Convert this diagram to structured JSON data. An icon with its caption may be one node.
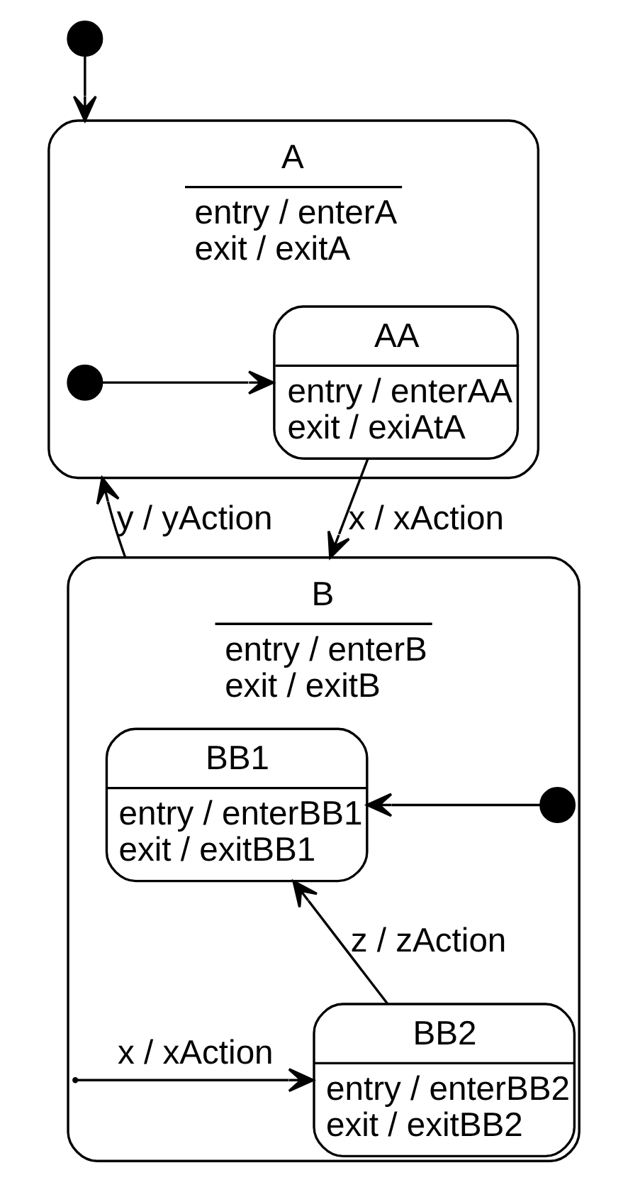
{
  "diagram": {
    "nodes": [
      {
        "text": [
          "A",
          "entry / enterA",
          "exit / exitA"
        ]
      },
      {
        "text": [],
        "shape": "circle"
      },
      {
        "text": [],
        "shape": "circle",
        "in": 0
      },
      {
        "text": [
          "AA",
          "entry / enterAA",
          "exit / exiAtA"
        ],
        "in": 0
      },
      {
        "text": [
          "B",
          "entry / enterB",
          "exit / exitB"
        ]
      },
      {
        "text": [
          "BB1",
          "entry / enterBB1",
          "exit / exitBB1"
        ],
        "in": 4
      },
      {
        "text": [],
        "shape": "circle",
        "in": 4
      },
      {
        "text": [
          "BB2",
          "entry / enterBB2",
          "exit / exitBB2"
        ],
        "in": 4
      }
    ],
    "edges": [
      {
        "from": 1,
        "to": 0,
        "arrow": "to"
      },
      {
        "from": 2,
        "to": 3,
        "arrow": "to"
      },
      {
        "from": 3,
        "to": 4,
        "arrow": "to",
        "label": "x / xAction"
      },
      {
        "from": 4,
        "to": 0,
        "arrow": "to",
        "label": "y / yAction"
      },
      {
        "from": 6,
        "to": 5,
        "arrow": "to"
      },
      {
        "from": 7,
        "to": 5,
        "arrow": "to",
        "label": "z / zAction"
      },
      {
        "from": 4,
        "to": 7,
        "arrow": "to",
        "label": "x / xAction"
      }
    ]
  }
}
